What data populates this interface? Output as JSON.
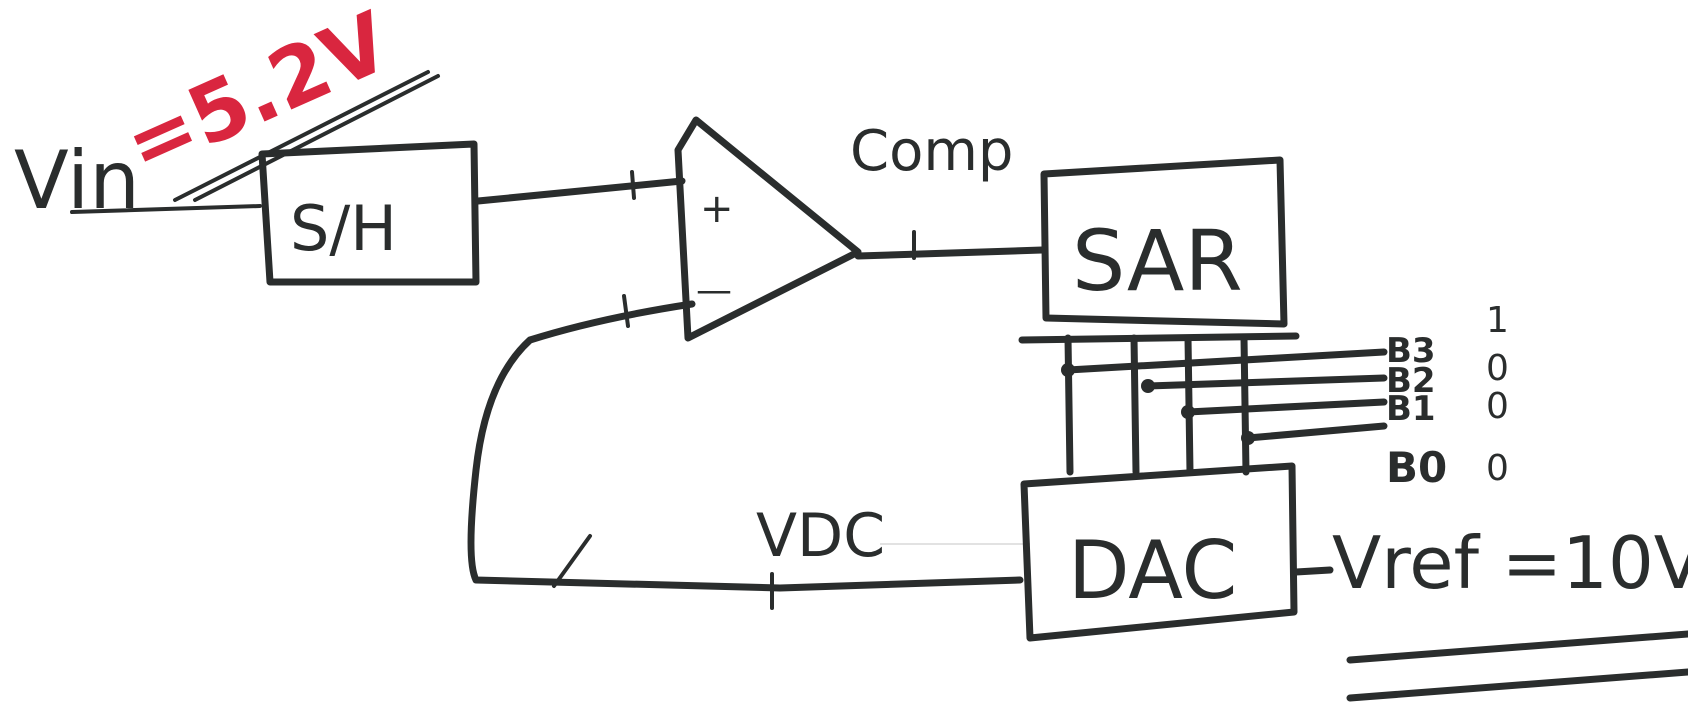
{
  "inputs": {
    "vin_label": "Vin",
    "vin_value": "=5.2V",
    "vin_value_color": "#d9263f"
  },
  "blocks": {
    "sample_hold": "S/H",
    "sar": "SAR",
    "dac": "DAC"
  },
  "comparator": {
    "plus_sign": "+",
    "minus_sign": "—",
    "output_label": "Comp"
  },
  "signals": {
    "vdc_label": "VDC",
    "vref_label": "Vref =10V"
  },
  "bits": [
    {
      "label": "B3",
      "value": "1"
    },
    {
      "label": "B2",
      "value": "0"
    },
    {
      "label": "B1",
      "value": "0"
    },
    {
      "label": "B0",
      "value": "0"
    }
  ],
  "ink_color": "#2a2d2d"
}
